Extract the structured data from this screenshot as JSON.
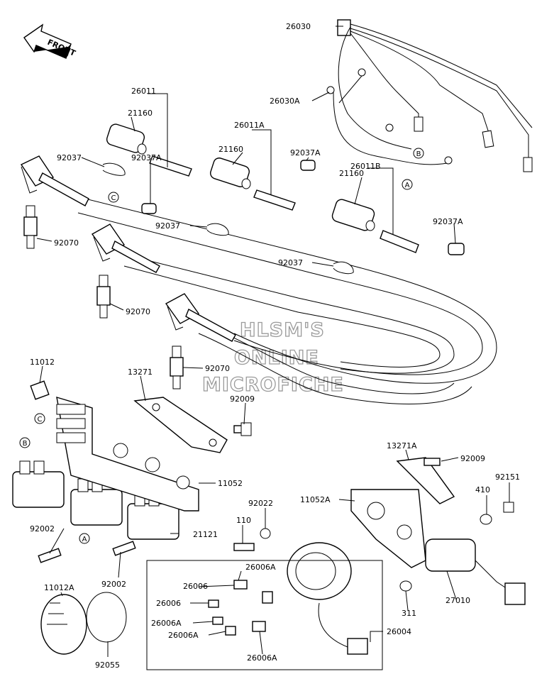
{
  "orientation": {
    "label": "FRONT",
    "icon": "front-arrow-icon"
  },
  "watermark": {
    "lines": [
      "HLSM'S",
      "ONLINE",
      "MICROFICHE"
    ]
  },
  "ref_markers": [
    "A",
    "B",
    "C"
  ],
  "part_labels": [
    "26030",
    "26030A",
    "26011",
    "21160",
    "26011A",
    "92037A",
    "26011B",
    "92037",
    "92070",
    "11012",
    "13271",
    "92009",
    "11052",
    "92002",
    "21121",
    "110",
    "92022",
    "11052A",
    "13271A",
    "92151",
    "410",
    "26006A",
    "26006",
    "26004",
    "311",
    "27010",
    "11012A",
    "92055"
  ],
  "labels": {
    "l_26030": "26030",
    "l_26030a": "26030A",
    "l_26011": "26011",
    "l_21160_1": "21160",
    "l_92037_1": "92037",
    "l_92037a_1": "92037A",
    "l_26011a": "26011A",
    "l_21160_2": "21160",
    "l_92037a_2": "92037A",
    "l_26011b": "26011B",
    "l_21160_3": "21160",
    "l_92037_2": "92037",
    "l_92037a_3": "92037A",
    "l_92037_3": "92037",
    "l_92070_1": "92070",
    "l_92070_2": "92070",
    "l_92070_3": "92070",
    "l_11012": "11012",
    "l_13271": "13271",
    "l_92009_1": "92009",
    "l_11052": "11052",
    "l_92002_1": "92002",
    "l_21121": "21121",
    "l_92002_2": "92002",
    "l_92022": "92022",
    "l_110": "110",
    "l_11052a": "11052A",
    "l_13271a": "13271A",
    "l_92009_2": "92009",
    "l_92151": "92151",
    "l_410": "410",
    "l_26006a_1": "26006A",
    "l_26006_1": "26006",
    "l_26006_2": "26006",
    "l_26006a_2": "26006A",
    "l_26006a_3": "26006A",
    "l_26006a_4": "26006A",
    "l_26004": "26004",
    "l_311": "311",
    "l_27010": "27010",
    "l_11012a": "11012A",
    "l_92055": "92055"
  }
}
